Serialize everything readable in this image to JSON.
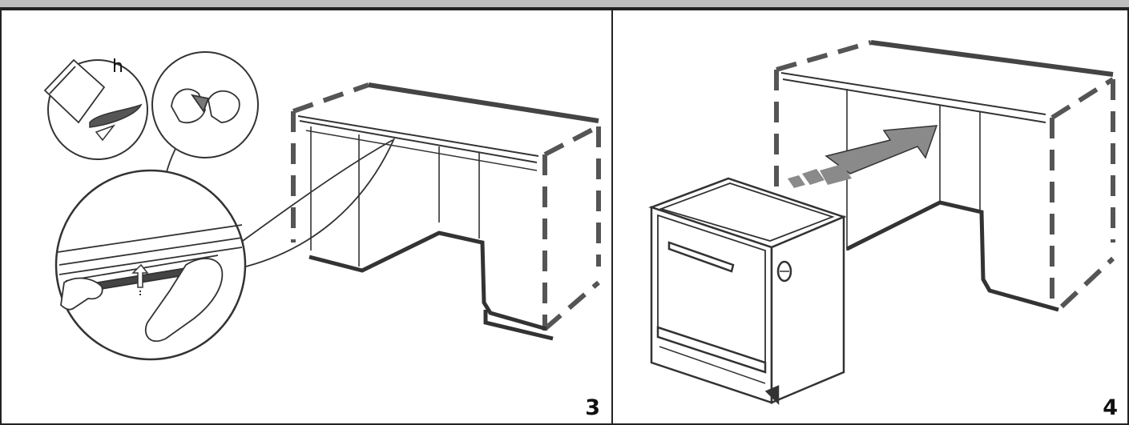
{
  "panels": [
    {
      "step_number": "3",
      "callout_label": "h"
    },
    {
      "step_number": "4"
    }
  ],
  "colors": {
    "line": "#2a2a2a",
    "dashed_outline": "#555555",
    "arrow_fill": "#8a8a8a",
    "frame_bar": "#bdbdbd"
  },
  "icons": [
    "accessory-bag-icon",
    "adhesive-strip-icon",
    "peel-film-icon",
    "dishwasher-icon",
    "insert-arrow-icon",
    "up-arrow-icon"
  ]
}
